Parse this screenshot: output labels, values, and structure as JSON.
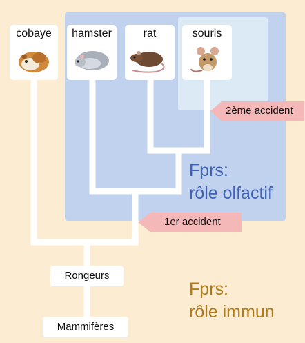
{
  "species": {
    "cobaye": "cobaye",
    "hamster": "hamster",
    "rat": "rat",
    "souris": "souris"
  },
  "nodes": {
    "rongeurs": "Rongeurs",
    "mammiferes": "Mammifères"
  },
  "events": {
    "accident_2": "2ème accident",
    "accident_1": "1er accident"
  },
  "roles": {
    "olfactif_line1": "Fprs:",
    "olfactif_line2": "rôle olfactif",
    "immun_line1": "Fprs:",
    "immun_line2": "rôle immun"
  },
  "colors": {
    "background": "#fbecd2",
    "olfactory_region": "#c1d2ee",
    "mouse_region": "#dbeaf4",
    "event_flag": "#f4b8b8",
    "olfactory_text": "#3f61b3",
    "immune_text": "#b07a1a",
    "tree_lines": "#ffffff"
  }
}
